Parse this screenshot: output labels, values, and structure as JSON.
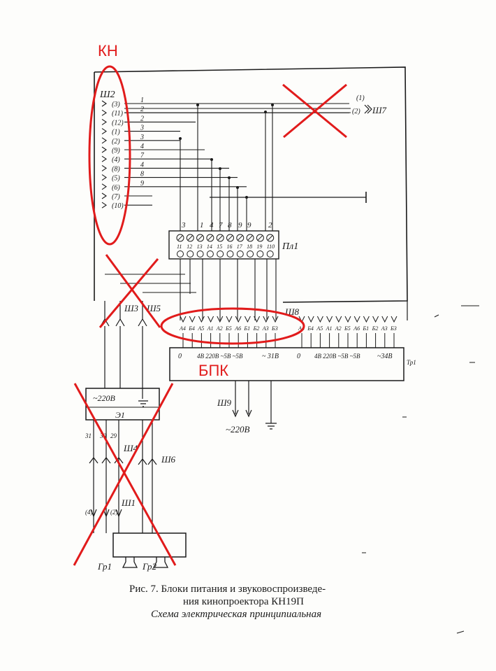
{
  "colors": {
    "ink": "#1a1a1a",
    "annotation": "#e11b1b",
    "paper": "#fdfdfb"
  },
  "annotations": {
    "kn": "КН",
    "bpk": "БПК"
  },
  "connectors": {
    "sh2": "Ш2",
    "sh7": "Ш7",
    "sh3": "Ш3",
    "sh5": "Ш5",
    "sh8": "Ш8",
    "sh9": "Ш9",
    "sh4": "Ш4",
    "sh6": "Ш6",
    "sh1": "Ш1",
    "pl1": "Пл1",
    "tr1": "Тр1",
    "e1": "Э1",
    "gr1": "Гр1",
    "gr2": "Гр2"
  },
  "sh2_pins": [
    "(3)",
    "(11)",
    "(12)",
    "(1)",
    "(2)",
    "(9)",
    "(4)",
    "(8)",
    "(5)",
    "(6)",
    "(7)",
    "(10)"
  ],
  "sh2_wires": [
    "1",
    "2",
    "2",
    "3",
    "3",
    "4",
    "7",
    "4",
    "8",
    "9",
    "",
    ""
  ],
  "sh7_pins": [
    "(1)",
    "(2)"
  ],
  "pl1_wire_labels": [
    "3",
    "1",
    "4",
    "7",
    "8",
    "9",
    "9",
    "2"
  ],
  "pl1_terminals": [
    "11",
    "12",
    "13",
    "14",
    "15",
    "16",
    "17",
    "18",
    "19",
    "110"
  ],
  "sh8_pins_left": [
    "А4",
    "Б4",
    "А5",
    "А1",
    "А2",
    "Б5",
    "А6",
    "Б1",
    "Б2",
    "А3",
    "Б3"
  ],
  "sh8_pins_right": [
    "А4",
    "Б4",
    "А5",
    "А1",
    "А2",
    "Б5",
    "А6",
    "Б1",
    "Б2",
    "А3",
    "Б3"
  ],
  "tr1_labels": {
    "left_zero": "0",
    "left_mid": "4В 220В ~5В ~5В",
    "left_end": "~ 31В",
    "right_zero": "0",
    "right_mid": "4В 220В ~5В ~5В",
    "right_end": "~34В"
  },
  "mains_top": "~220В",
  "mains_bottom": "~220В",
  "e1_wires": [
    "31",
    "30",
    "29"
  ],
  "sh1_pins": [
    "(4)",
    "(2)"
  ],
  "caption": {
    "line1": "Рис. 7. Блоки питания и звуковоспроизведе-",
    "line2": "ния кинопроектора КН19П",
    "line3": "Схема электрическая принципиальная"
  }
}
